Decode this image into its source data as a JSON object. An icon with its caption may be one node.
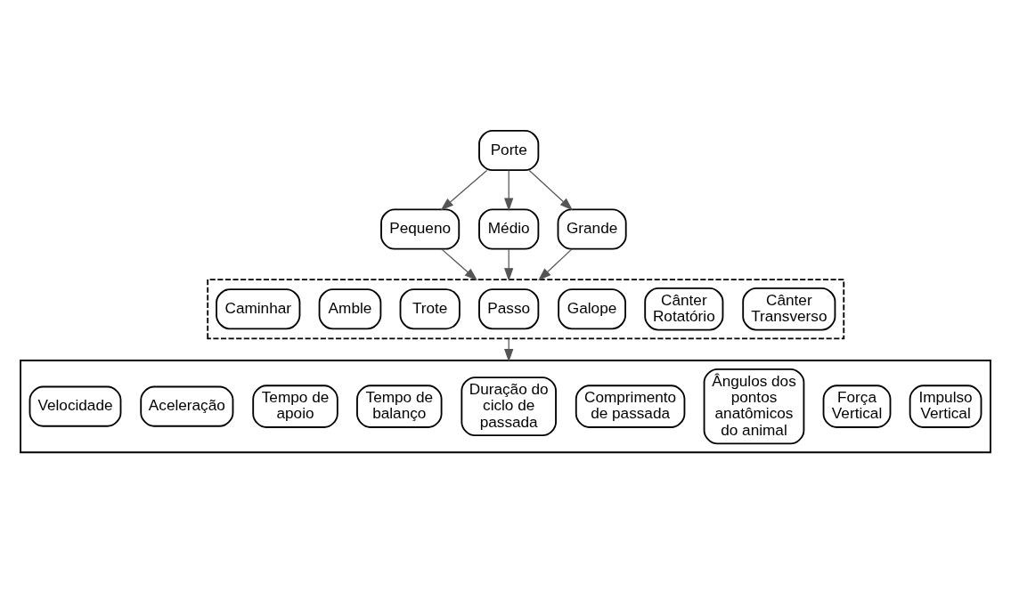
{
  "diagram": {
    "nodes": [
      {
        "text": [
          "Porte"
        ]
      },
      {
        "text": [
          "Pequeno"
        ]
      },
      {
        "text": [
          "Médio"
        ]
      },
      {
        "text": [
          "Grande"
        ]
      },
      {
        "text": [],
        "shape": "box"
      },
      {
        "text": [
          "Caminhar"
        ],
        "in": 4
      },
      {
        "text": [
          "Amble"
        ],
        "in": 4
      },
      {
        "text": [
          "Trote"
        ],
        "in": 4
      },
      {
        "text": [
          "Passo"
        ],
        "in": 4
      },
      {
        "text": [
          "Galope"
        ],
        "in": 4
      },
      {
        "text": [
          "Cânter Rotatório"
        ],
        "in": 4
      },
      {
        "text": [
          "Cânter Transverso"
        ],
        "in": 4
      },
      {
        "text": [],
        "shape": "box"
      },
      {
        "text": [
          "Velocidade"
        ],
        "in": 12
      },
      {
        "text": [
          "Aceleração"
        ],
        "in": 12
      },
      {
        "text": [
          "Tempo de apoio"
        ],
        "in": 12
      },
      {
        "text": [
          "Tempo de balanço"
        ],
        "in": 12
      },
      {
        "text": [
          "Duração do ciclo de passada"
        ],
        "in": 12
      },
      {
        "text": [
          "Comprimento de passada"
        ],
        "in": 12
      },
      {
        "text": [
          "Ângulos dos pontos anatômicos do animal"
        ],
        "in": 12
      },
      {
        "text": [
          "Força Vertical"
        ],
        "in": 12
      },
      {
        "text": [
          "Impulso Vertical"
        ],
        "in": 12
      }
    ],
    "edges": [
      {
        "from": 0,
        "to": 1,
        "arrow": "to"
      },
      {
        "from": 0,
        "to": 2,
        "arrow": "to"
      },
      {
        "from": 0,
        "to": 3,
        "arrow": "to"
      },
      {
        "from": 1,
        "to": 4,
        "arrow": "to"
      },
      {
        "from": 2,
        "to": 4,
        "arrow": "to"
      },
      {
        "from": 3,
        "to": 4,
        "arrow": "to"
      },
      {
        "from": 4,
        "to": 12,
        "arrow": "to"
      }
    ]
  }
}
